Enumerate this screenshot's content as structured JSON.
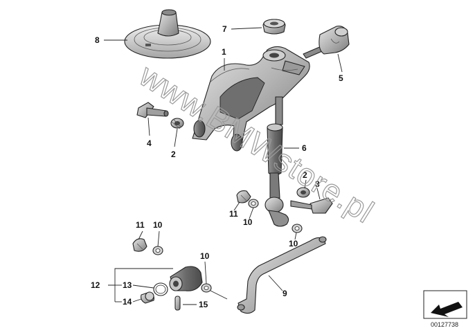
{
  "labels": {
    "l1": "1",
    "l2a": "2",
    "l2b": "2",
    "l3": "3",
    "l4": "4",
    "l5": "5",
    "l6": "6",
    "l7": "7",
    "l8": "8",
    "l9": "9",
    "l10a": "10",
    "l10b": "10",
    "l10c": "10",
    "l10d": "10",
    "l11a": "11",
    "l11b": "11",
    "l12": "12",
    "l13": "13",
    "l14": "14",
    "l15": "15"
  },
  "watermark": "www.BMWstore.pl",
  "diagram_code": "00127738",
  "colors": {
    "line": "#222222",
    "part": "#bdbdbd",
    "part_dark": "#6e6e6e",
    "watermark": "#9a9a9a"
  }
}
